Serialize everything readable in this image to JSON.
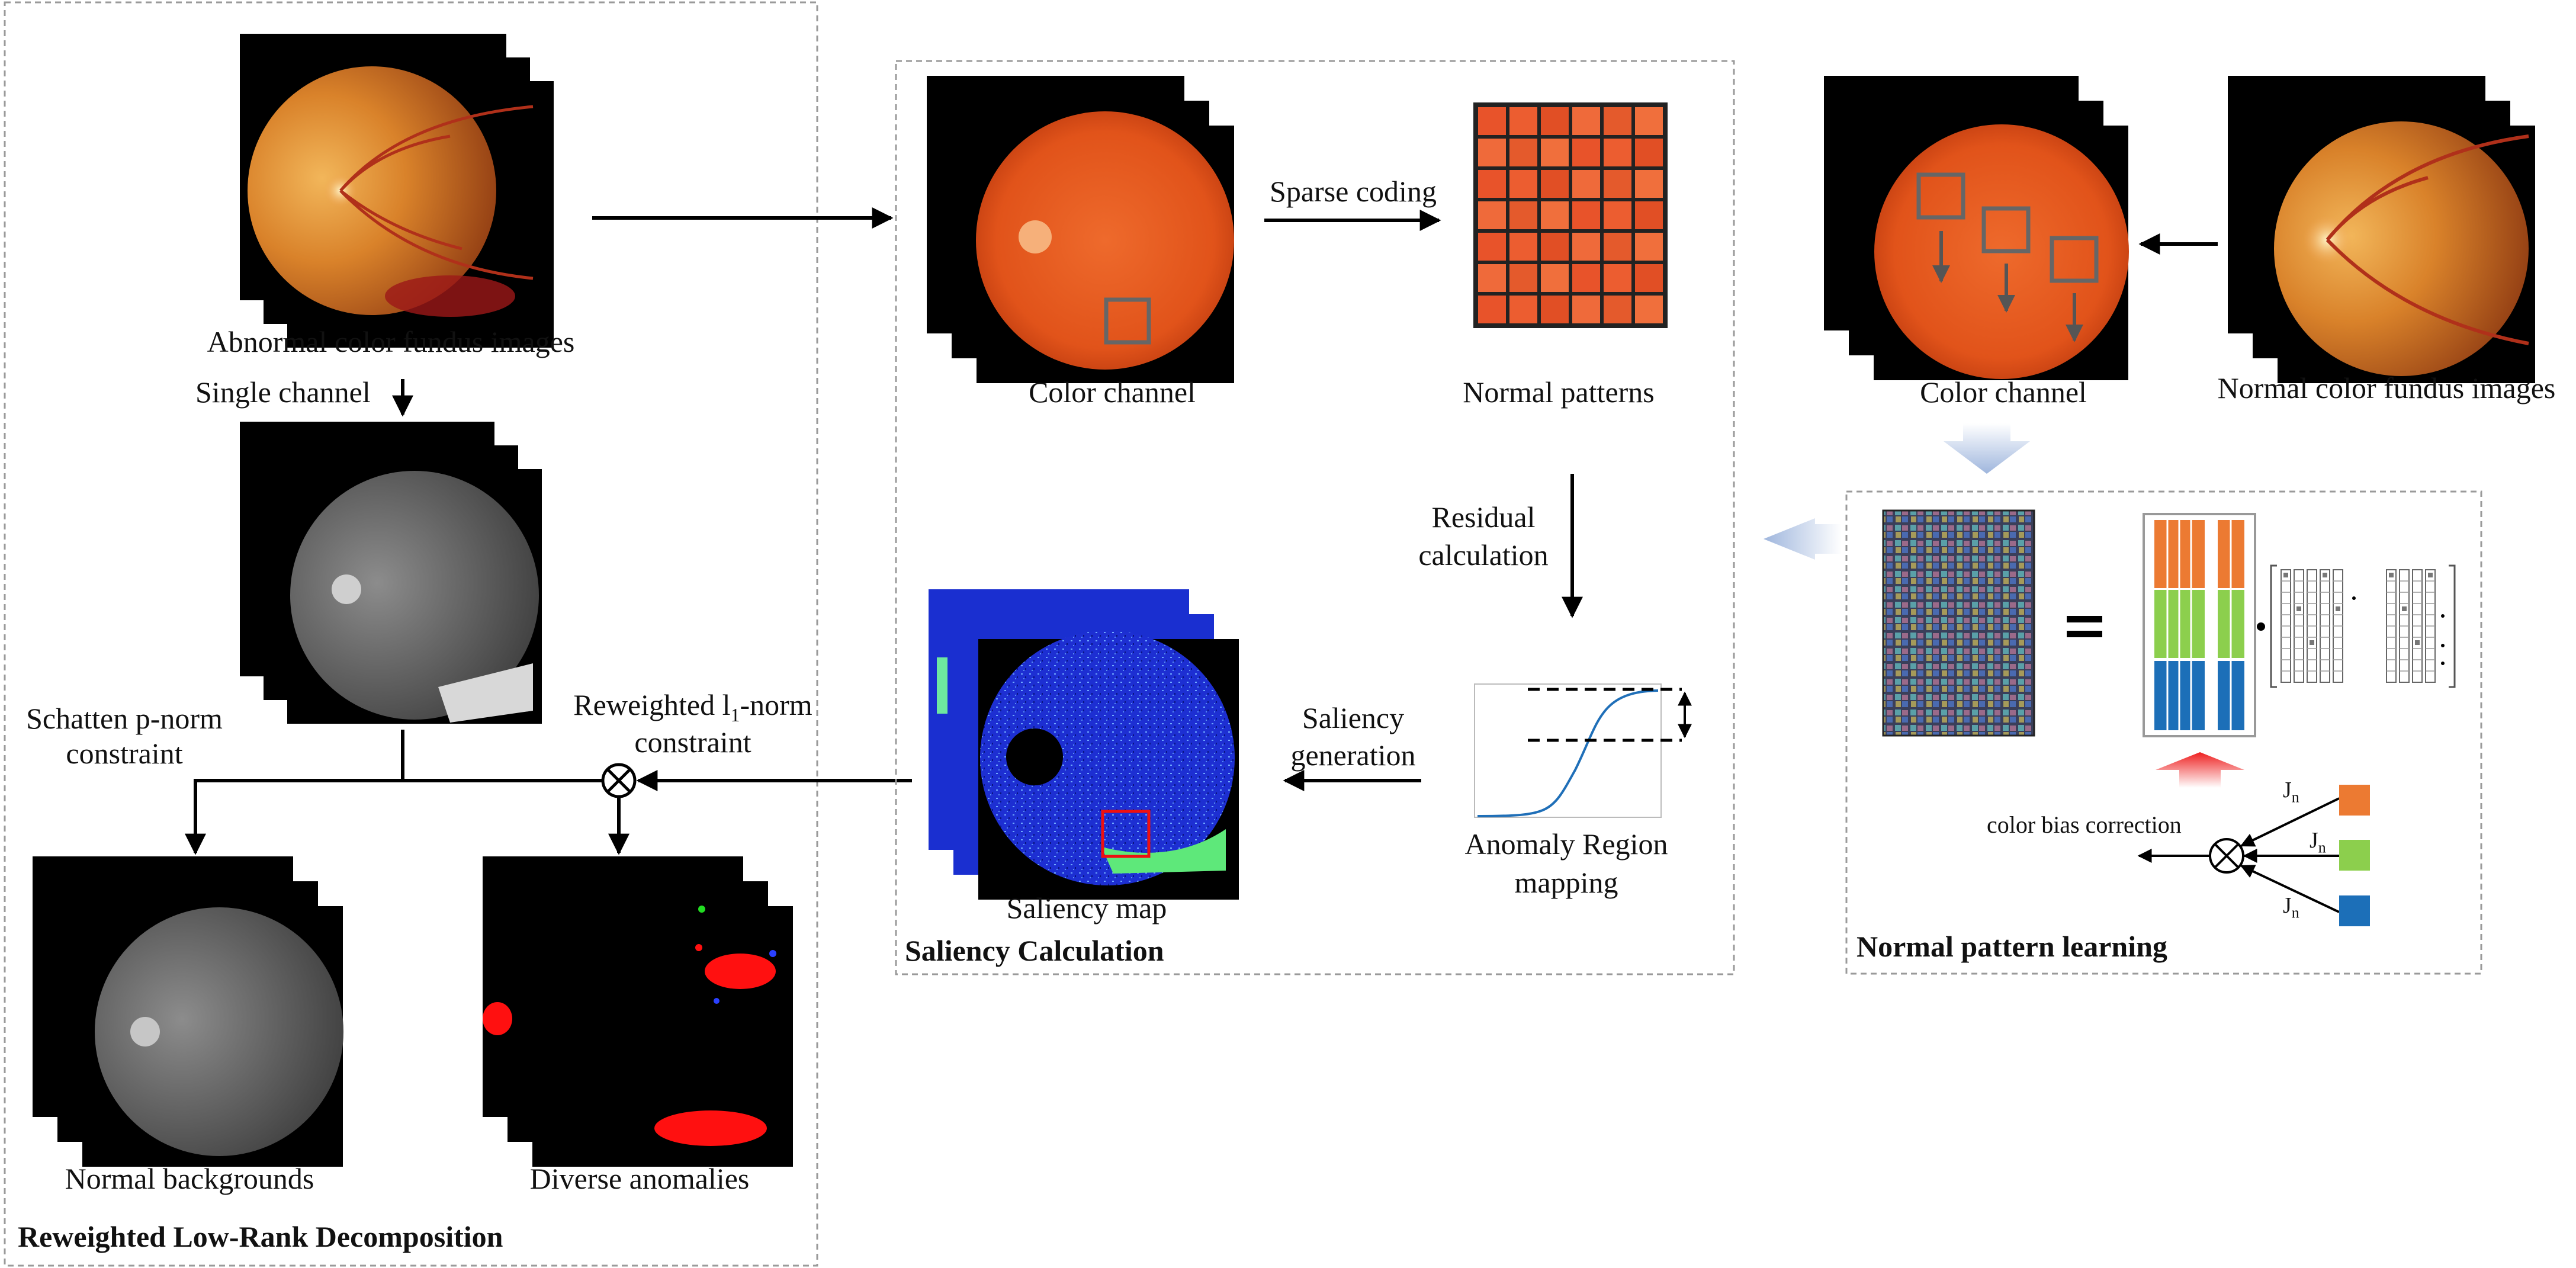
{
  "panels": {
    "rlrd": "Reweighted Low-Rank Decomposition",
    "saliency": "Saliency Calculation",
    "normal_learning": "Normal pattern learning"
  },
  "labels": {
    "abnormal_images": "Abnormal color fundus images",
    "single_channel": "Single channel",
    "schatten_line1": "Schatten p-norm",
    "schatten_line2": "constraint",
    "reweighted_l1_line1": "Reweighted l",
    "reweighted_l1_sub": "1",
    "reweighted_l1_suffix": "-norm",
    "reweighted_l1_line2": "constraint",
    "normal_backgrounds": "Normal backgrounds",
    "diverse_anomalies": "Diverse anomalies",
    "color_channel_mid": "Color channel",
    "sparse_coding": "Sparse coding",
    "normal_patterns": "Normal patterns",
    "residual_line1": "Residual",
    "residual_line2": "calculation",
    "saliency_gen_line1": "Saliency",
    "saliency_gen_line2": "generation",
    "anomaly_line1": "Anomaly Region",
    "anomaly_line2": "mapping",
    "saliency_map": "Saliency map",
    "color_channel_right": "Color channel",
    "normal_images": "Normal color fundus images",
    "color_bias": "color bias correction",
    "jn": "J",
    "jn_sub": "n"
  },
  "colors": {
    "orange_patch": "#ec7a32",
    "green_patch": "#8ccf4d",
    "blue_patch": "#1c6fb8",
    "saliency_blue": "#1a2fd0",
    "anomaly_red": "#ff1010",
    "panel_border": "#9a9a9a"
  },
  "icons": [
    "otimes-icon",
    "arrow-icon",
    "down-arrow-icon",
    "left-arrow-icon"
  ]
}
